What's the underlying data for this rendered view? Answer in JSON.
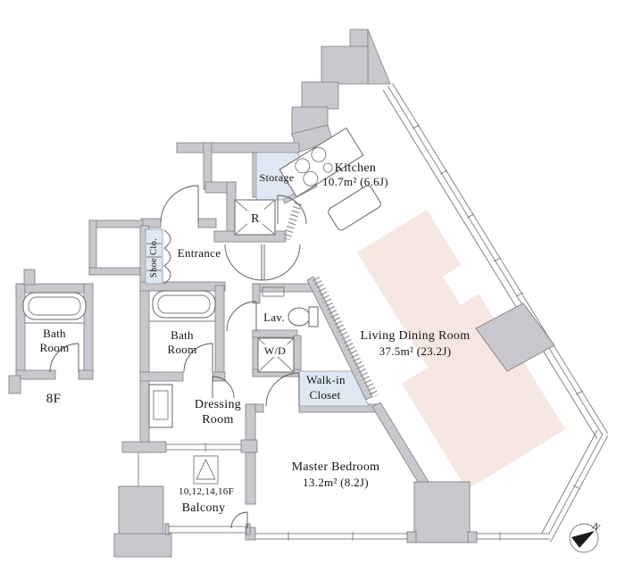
{
  "plan": {
    "rooms": {
      "storage": {
        "label": "Storage"
      },
      "kitchen": {
        "label": "Kitchen",
        "area": "10.7m² (6.6J)"
      },
      "refrigerator": {
        "label": "R"
      },
      "entrance": {
        "label": "Entrance"
      },
      "shoe_closet": {
        "label": "Shoe Clo."
      },
      "bath": {
        "line1": "Bath",
        "line2": "Room"
      },
      "bath_8f": {
        "line1": "Bath",
        "line2": "Room",
        "floor_note": "8F"
      },
      "lavatory": {
        "label": "Lav."
      },
      "washer_dryer": {
        "label": "W/D"
      },
      "walkin_closet": {
        "line1": "Walk-in",
        "line2": "Closet"
      },
      "living_dining": {
        "label": "Living Dining Room",
        "area": "37.5m² (23.2J)"
      },
      "dressing": {
        "line1": "Dressing",
        "line2": "Room"
      },
      "master_bedroom": {
        "label": "Master Bedroom",
        "area": "13.2m² (8.2J)"
      },
      "balcony": {
        "label": "Balcony",
        "floors_note": "10,12,14,16F"
      }
    },
    "compass": {
      "north_label": "N"
    },
    "colors": {
      "wall": "#c9c9cd",
      "wall_stroke": "#7e7e84",
      "closet": "#dfe7f2",
      "rug": "#f6e7e3",
      "band": "#8a8a8e",
      "line": "#555555",
      "ink": "#141414"
    }
  }
}
